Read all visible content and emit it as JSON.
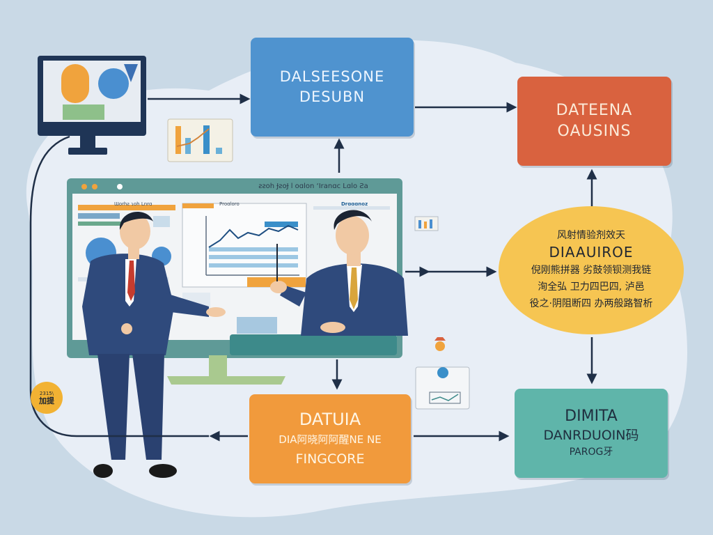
{
  "diagram": {
    "boxes": {
      "top_blue": {
        "line1": "DALSEESONE",
        "line2": "DESUBN"
      },
      "red": {
        "line1": "DATEENA",
        "line2": "OAUSINS"
      },
      "oval": {
        "line1": "风射情验剂效天",
        "line2": "DIAAUIROE",
        "line3": "倪刚熊拼器 劣鼓领钡测我链",
        "line4": "洵全弘 卫力四巴四, 泸邑",
        "line5": "役之·阴阻断四 办两般路智析"
      },
      "orange": {
        "line1": "DATUIA",
        "line2": "DIA阿晓阿阿醒NE NE",
        "line3": "FINGCORE"
      },
      "teal": {
        "line1": "DIMITA",
        "line2": "DANRDUOIN码",
        "line3": "PAROG牙"
      }
    },
    "dashboard": {
      "title": "ƨƨoh ɈƨoɈ l oɑlon ‘Iranɑc Lɑlo Ƨa",
      "panel1_label": "Ɯorhƨ ɿoh Lnrɑ",
      "panel2_label": "Proɑloro",
      "panel3_label": "Drɑɑɑnoz"
    },
    "badge": {
      "line1": "2315\\",
      "line2": "加提"
    },
    "colors": {
      "background": "#c9d9e6",
      "blob": "#e8eef6",
      "blue_box": "#4f93cf",
      "red_box": "#d9623f",
      "orange_box": "#f19a3c",
      "teal_box": "#5fb5aa",
      "oval": "#f6c552",
      "arrow": "#1f2f47",
      "suit": "#2f4a7c"
    },
    "icons": [
      "desktop-monitor-icon",
      "bar-chart-card-icon",
      "small-chart-icon",
      "ai-bulb-icon",
      "video-card-icon"
    ]
  }
}
